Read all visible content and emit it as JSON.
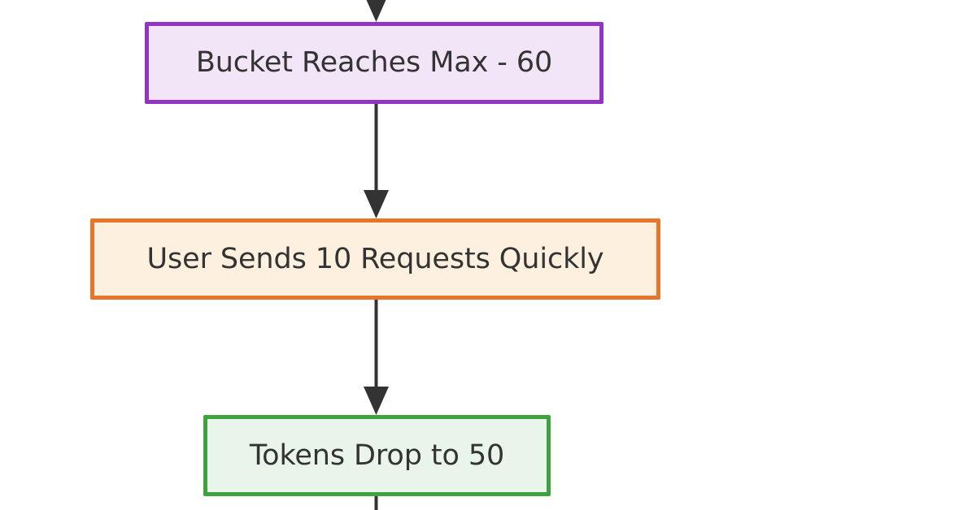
{
  "diagram": {
    "type": "flowchart",
    "direction": "top-down",
    "background_color": "#ffffff",
    "text_color": "#333333",
    "edge_color": "#333333",
    "nodes": [
      {
        "id": "bucket-max",
        "label": "Bucket Reaches Max - 60",
        "border_color": "#9234c4",
        "fill_color": "#f3e5f8"
      },
      {
        "id": "user-requests",
        "label": "User Sends 10 Requests Quickly",
        "border_color": "#e8762a",
        "fill_color": "#fdf0df"
      },
      {
        "id": "tokens-drop",
        "label": "Tokens Drop to 50",
        "border_color": "#3ea33e",
        "fill_color": "#e9f5ea"
      }
    ],
    "edges": [
      {
        "id": "edge-into-bucket-max",
        "from": "",
        "to": "bucket-max",
        "arrow": "end"
      },
      {
        "id": "edge-bucket-to-user",
        "from": "bucket-max",
        "to": "user-requests",
        "arrow": "end"
      },
      {
        "id": "edge-user-to-tokens",
        "from": "user-requests",
        "to": "tokens-drop",
        "arrow": "end"
      },
      {
        "id": "edge-out-of-tokens",
        "from": "tokens-drop",
        "to": "",
        "arrow": "none"
      }
    ]
  }
}
